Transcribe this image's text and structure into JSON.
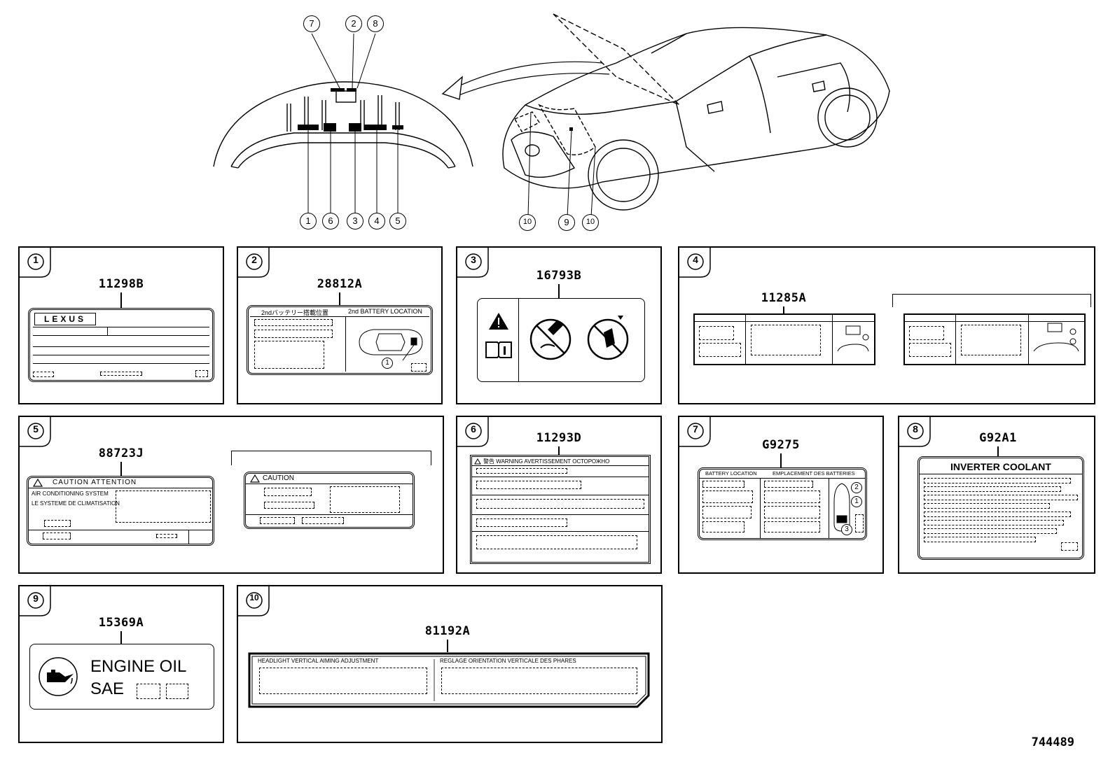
{
  "figure_number": "744489",
  "overview": {
    "engine_bay_callouts": [
      "7",
      "2",
      "8",
      "1",
      "6",
      "3",
      "4",
      "5"
    ],
    "car_callouts": [
      "10",
      "9",
      "10"
    ]
  },
  "panels": [
    {
      "index": "1",
      "part_no": "11298B",
      "brand": "LEXUS"
    },
    {
      "index": "2",
      "part_no": "28812A",
      "header_jp": "2ndバッテリー搭載位置",
      "header_en": "2nd BATTERY LOCATION",
      "callout": "1"
    },
    {
      "index": "3",
      "part_no": "16793B"
    },
    {
      "index": "4",
      "part_no": "11285A"
    },
    {
      "index": "5",
      "part_no": "88723J",
      "header": "CAUTION  ATTENTION",
      "line1": "AIR CONDITIONING SYSTEM",
      "line2": "LE SYSTEME DE CLIMATISATION",
      "header_b": "CAUTION"
    },
    {
      "index": "6",
      "part_no": "11293D",
      "header": "警告 WARNING AVERTISSEMENT ОСТОРОЖНО"
    },
    {
      "index": "7",
      "part_no": "G9275",
      "header_left": "BATTERY LOCATION",
      "header_right": "EMPLACEMENT DES BATTERIES",
      "callouts": [
        "2",
        "1",
        "3"
      ]
    },
    {
      "index": "8",
      "part_no": "G92A1",
      "title": "INVERTER COOLANT"
    },
    {
      "index": "9",
      "part_no": "15369A",
      "line1": "ENGINE OIL",
      "line2": "SAE"
    },
    {
      "index": "10",
      "part_no": "81192A",
      "text_left": "HEADLIGHT VERTICAL AIMING ADJUSTMENT",
      "text_right": "REGLAGE ORIENTATION VERTICALE DES PHARES"
    }
  ],
  "icons": [
    "warning-triangle-icon",
    "manual-book-icon",
    "no-spray-icon",
    "no-touch-icon",
    "oil-can-icon",
    "car-topview-icon"
  ]
}
